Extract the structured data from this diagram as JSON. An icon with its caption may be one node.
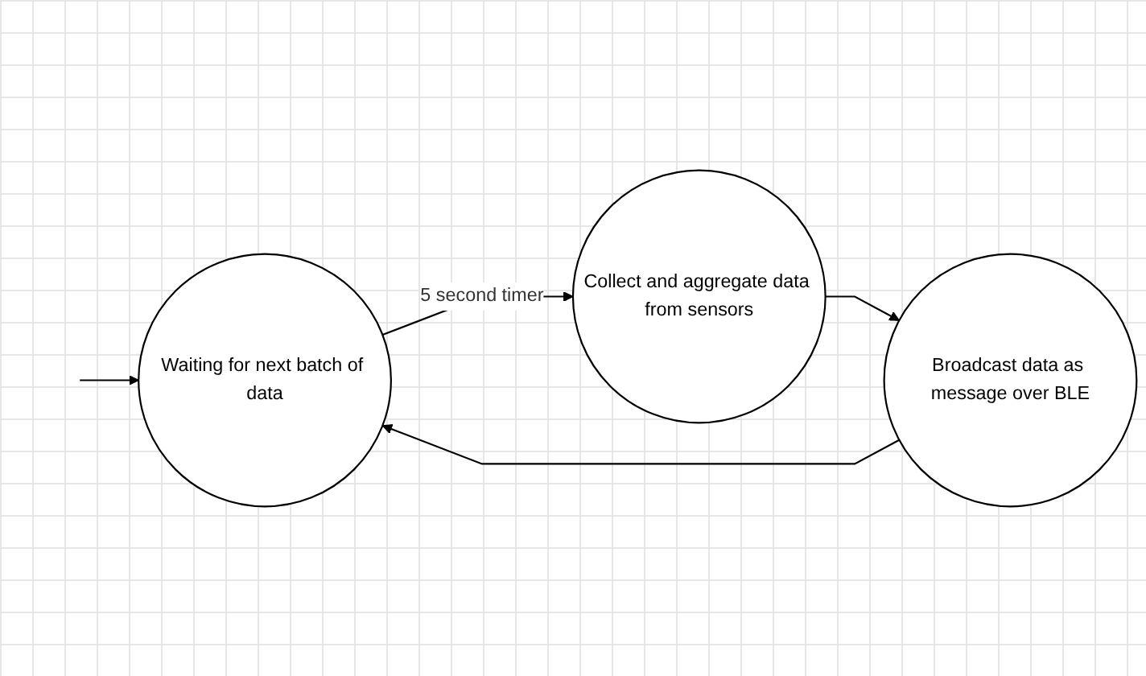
{
  "diagram": {
    "nodes": [
      {
        "text": [
          "Waiting for next batch of data"
        ]
      },
      {
        "text": [
          "Collect and aggregate data from sensors"
        ]
      },
      {
        "text": [
          "Broadcast data as message over BLE"
        ]
      }
    ],
    "edges": [
      {
        "from": null,
        "to": 0,
        "arrow": "to"
      },
      {
        "from": 0,
        "to": 1,
        "label": "5 second timer",
        "arrow": "to"
      },
      {
        "from": 1,
        "to": 2,
        "arrow": "to"
      },
      {
        "from": 2,
        "to": 0,
        "arrow": "to"
      }
    ]
  }
}
